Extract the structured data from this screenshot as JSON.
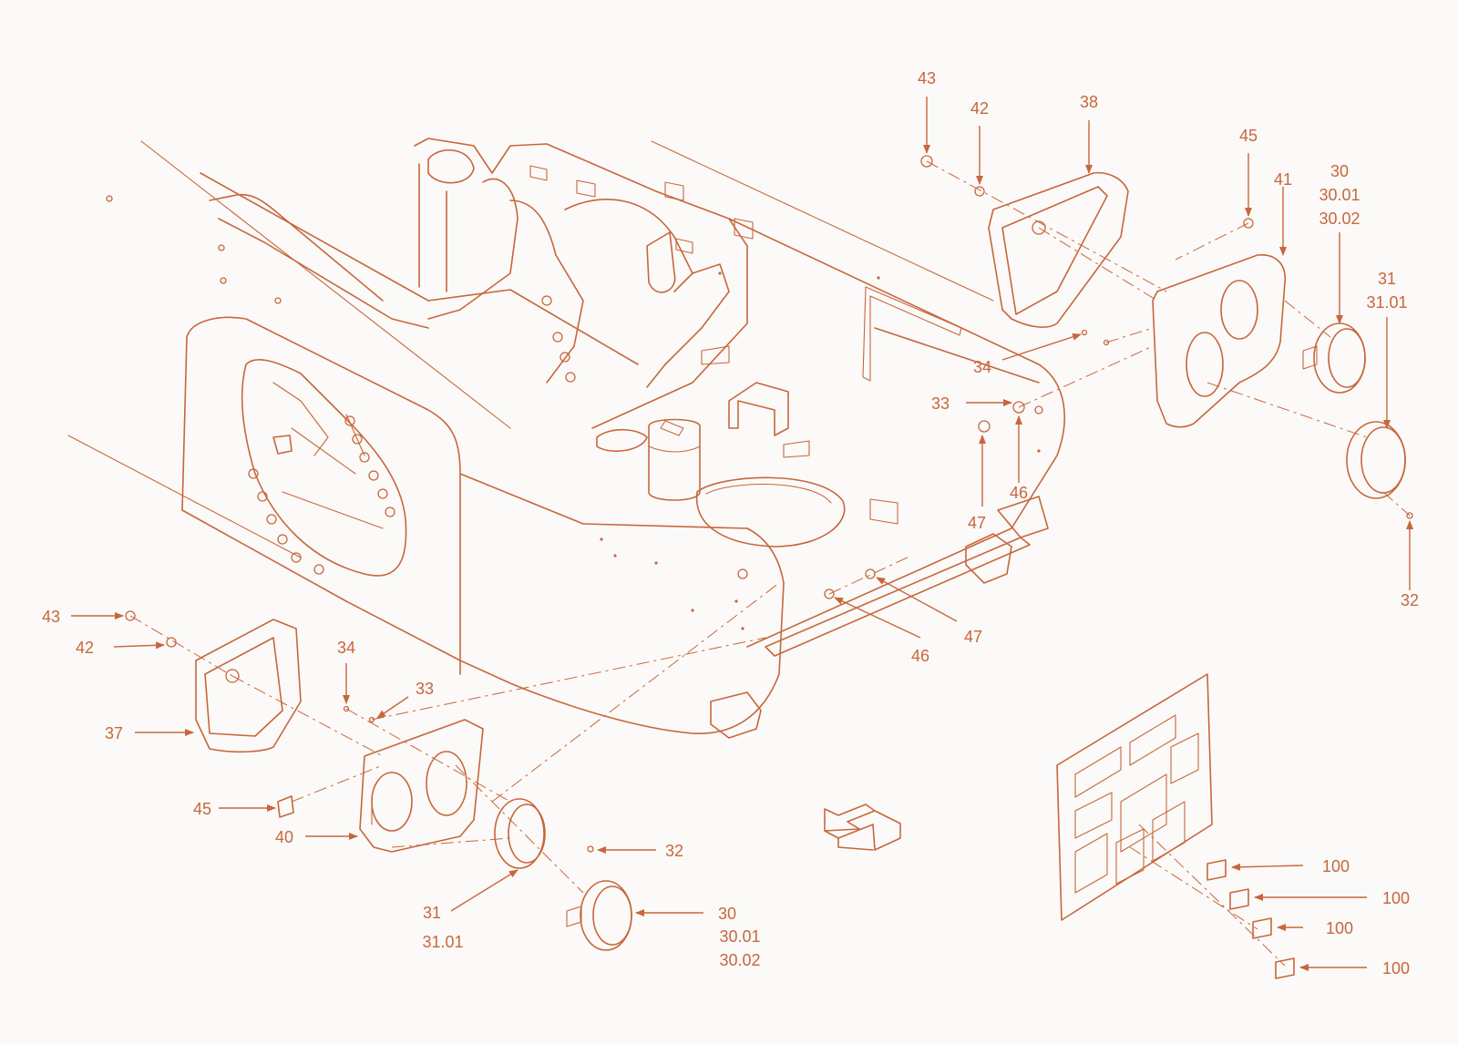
{
  "diagram": {
    "accent_color": "#c8663c",
    "background_color": "#fbfaf8",
    "labels": {
      "l43a": "43",
      "l42a": "42",
      "l38": "38",
      "l45a": "45",
      "l41": "41",
      "l30a": "30",
      "l30a1": "30.01",
      "l30a2": "30.02",
      "l31a": "31",
      "l31a1": "31.01",
      "l34a": "34",
      "l33a": "33",
      "l46a": "46",
      "l47a": "47",
      "l32a": "32",
      "l47b": "47",
      "l46b": "46",
      "l43b": "43",
      "l42b": "42",
      "l34b": "34",
      "l33b": "33",
      "l37": "37",
      "l45b": "45",
      "l40": "40",
      "l32b": "32",
      "l31b": "31",
      "l31b1": "31.01",
      "l30b": "30",
      "l30b1": "30.01",
      "l30b2": "30.02",
      "l100a": "100",
      "l100b": "100",
      "l100c": "100",
      "l100d": "100"
    }
  }
}
